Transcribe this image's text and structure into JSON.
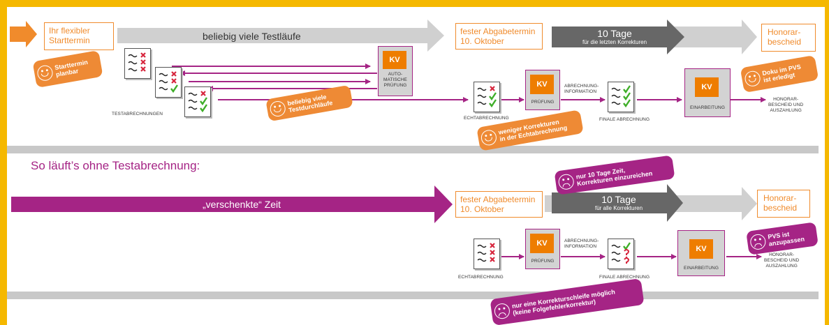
{
  "colors": {
    "frame": "#f5b800",
    "orange": "#f08b2c",
    "purple": "#a52485",
    "grey_arrow": "#d0d0d0",
    "dark_grey_arrow": "#666666",
    "logo": "#ee7d00",
    "check_green": "#3fae29",
    "cross_red": "#d7263d"
  },
  "top": {
    "start_box": "Ihr flexibler\nStarttermin",
    "gray_arrow_label": "beliebig viele Testläufe",
    "deadline_box": "fester Abgabetermin\n10. Oktober",
    "dark_arrow_title": "10 Tage",
    "dark_arrow_sub": "für die letzten Korrekturen",
    "result_box": "Honorar-\nbescheid",
    "bubble_start": "Starttermin\nplanbar",
    "bubble_test": "beliebig viele\nTestdurchläufe",
    "bubble_doku": "Doku im PVS\nist erledigt",
    "bubble_fewer": "weniger Korrekturen\nin der Echtabrechnung",
    "kv_logo": "KV",
    "label_auto": "AUTO-\nMATISCHE\nPRÜFUNG",
    "label_testabr": "TESTABRECHNUNGEN",
    "label_echt": "ECHTABRECHNUNG",
    "label_pruefung": "PRÜFUNG",
    "label_abr_info": "ABRECHNUNG-\nINFORMATION",
    "label_finale": "FINALE ABRECHNUNG",
    "label_einarb": "EINARBEITUNG",
    "label_honorar": "HONORAR-\nBESCHEID UND\nAUSZAHLUNG"
  },
  "bottom": {
    "heading": "So läuft’s ohne Testabrechnung:",
    "purple_arrow_label": "„verschenkte“ Zeit",
    "deadline_box": "fester Abgabetermin\n10. Oktober",
    "dark_arrow_title": "10 Tage",
    "dark_arrow_sub": "für alle Korrekturen",
    "result_box": "Honorar-\nbescheid",
    "bubble_ten_days": "nur 10 Tage Zeit,\nKorrekturen einzureichen",
    "bubble_pvs": "PVS ist\nanzupassen",
    "bubble_one_loop": "nur eine Korrekturschleife möglich\n(keine Folgefehlerkorrektur)",
    "kv_logo": "KV",
    "label_echt": "ECHTABRECHNUNG",
    "label_pruefung": "PRÜFUNG",
    "label_abr_info": "ABRECHNUNG-\nINFORMATION",
    "label_finale": "FINALE ABRECHNUNG",
    "label_einarb": "EINARBEITUNG",
    "label_honorar": "HONORAR-\nBESCHEID UND\nAUSZAHLUNG"
  }
}
